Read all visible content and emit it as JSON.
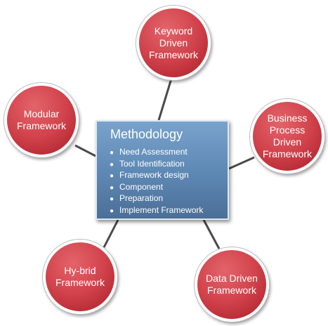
{
  "center": {
    "title": "Methodology",
    "items": [
      "Need Assessment",
      "Tool Identification",
      "Framework design",
      "Component",
      "Preparation",
      "Implement Framework"
    ]
  },
  "nodes": [
    {
      "id": "keyword",
      "label": "Keyword\nDriven\nFramework"
    },
    {
      "id": "business",
      "label": "Business\nProcess\nDriven\nFramework"
    },
    {
      "id": "data",
      "label": "Data Driven\nFramework"
    },
    {
      "id": "hybrid",
      "label": "Hy-brid\nFramework"
    },
    {
      "id": "modular",
      "label": "Modular\nFramework"
    }
  ],
  "colors": {
    "circle": "#d2434c",
    "center_box": "#5d87b3",
    "connector": "#4a4a4a"
  }
}
